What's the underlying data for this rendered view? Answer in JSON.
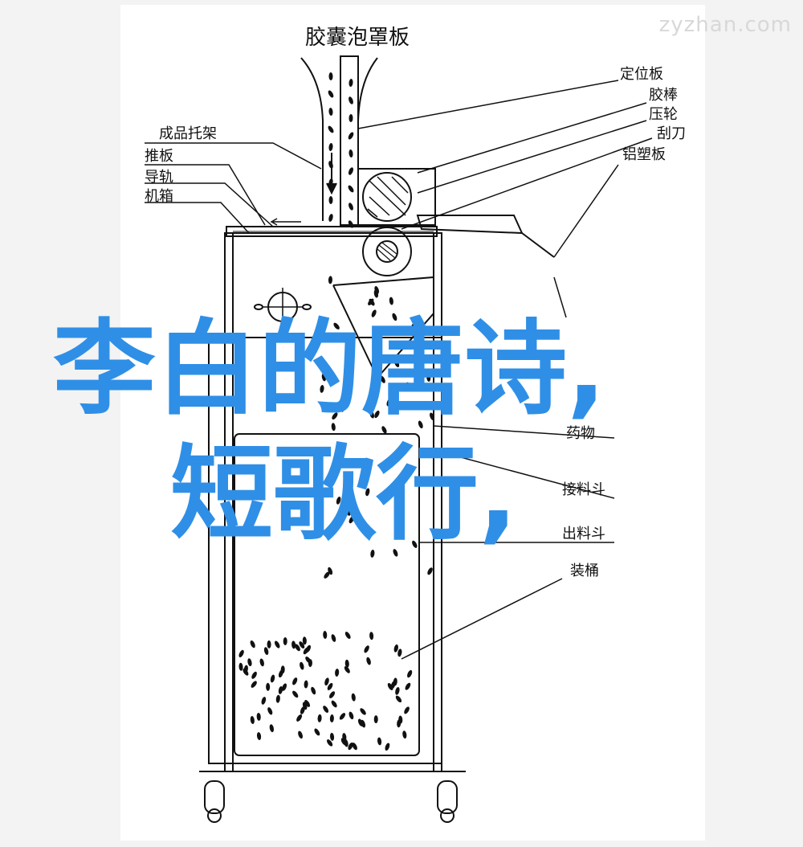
{
  "watermark": "zyzhan.com",
  "diagram": {
    "title": "胶囊泡罩板",
    "labels": {
      "positioning_plate": "定位板",
      "glue_stick": "胶棒",
      "press_wheel": "压轮",
      "scraper": "刮刀",
      "aluminum_plate": "铝塑板",
      "product_rack": "成品托架",
      "push_plate": "推板",
      "guide_rail": "导轨",
      "cabinet": "机箱",
      "medicine": "药物",
      "feed_hopper": "接料斗",
      "discharge_hopper": "出料斗",
      "bucket": "装桶"
    }
  },
  "overlay": {
    "line1": "李白的唐诗,",
    "line2": "短歌行,"
  },
  "colors": {
    "overlay_text": "#2f8fe6",
    "line": "#111111",
    "watermark": "#d8d8d8"
  }
}
